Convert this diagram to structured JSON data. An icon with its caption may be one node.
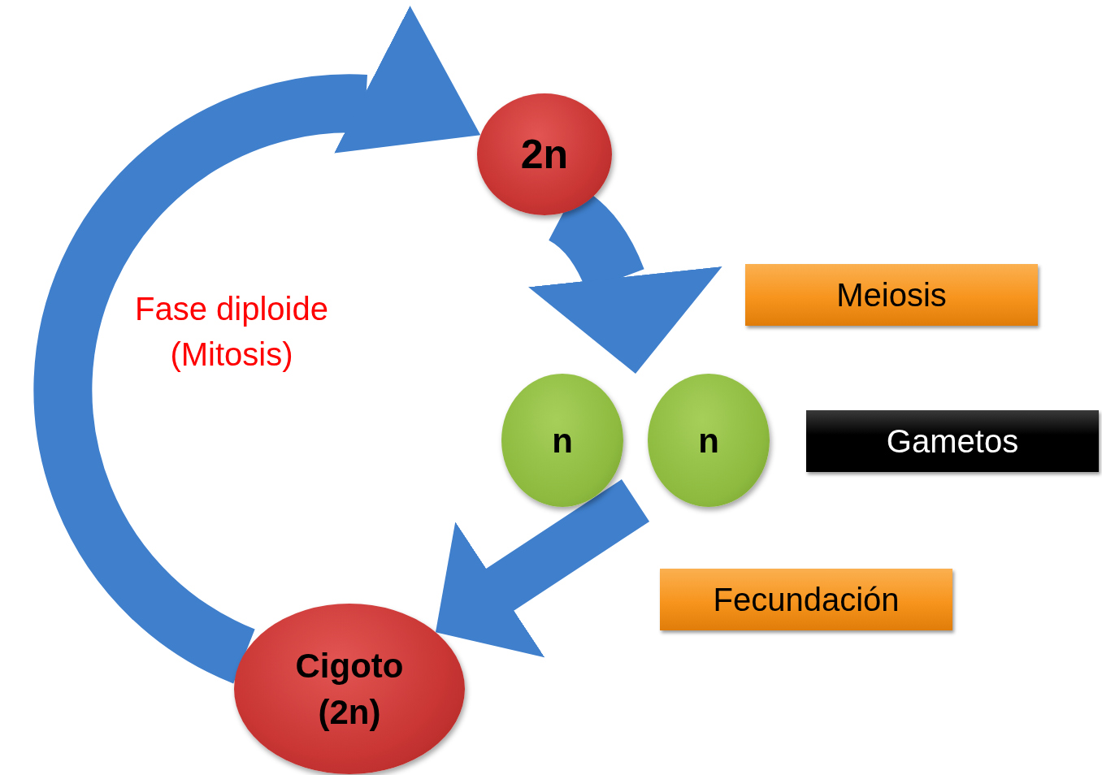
{
  "diagram": {
    "nodes": [
      {
        "text": [
          "2n"
        ]
      },
      {
        "text": [
          "n"
        ]
      },
      {
        "text": [
          "n"
        ]
      },
      {
        "text": [
          "Cigoto (2n)"
        ]
      },
      {
        "text": [
          "Meiosis"
        ]
      },
      {
        "text": [
          "Gametos"
        ]
      },
      {
        "text": [
          "Fecundación"
        ]
      }
    ],
    "edges": [
      {
        "from": 3,
        "to": 0,
        "arrow": "to"
      },
      {
        "from": 0,
        "to": 1,
        "arrow": "to"
      },
      {
        "from": 0,
        "to": 2,
        "arrow": "to"
      },
      {
        "from": 1,
        "to": 3,
        "arrow": "to"
      },
      {
        "from": 2,
        "to": 3,
        "arrow": "to"
      }
    ],
    "labels": [
      "Fase diploide (Mitosis)"
    ]
  }
}
